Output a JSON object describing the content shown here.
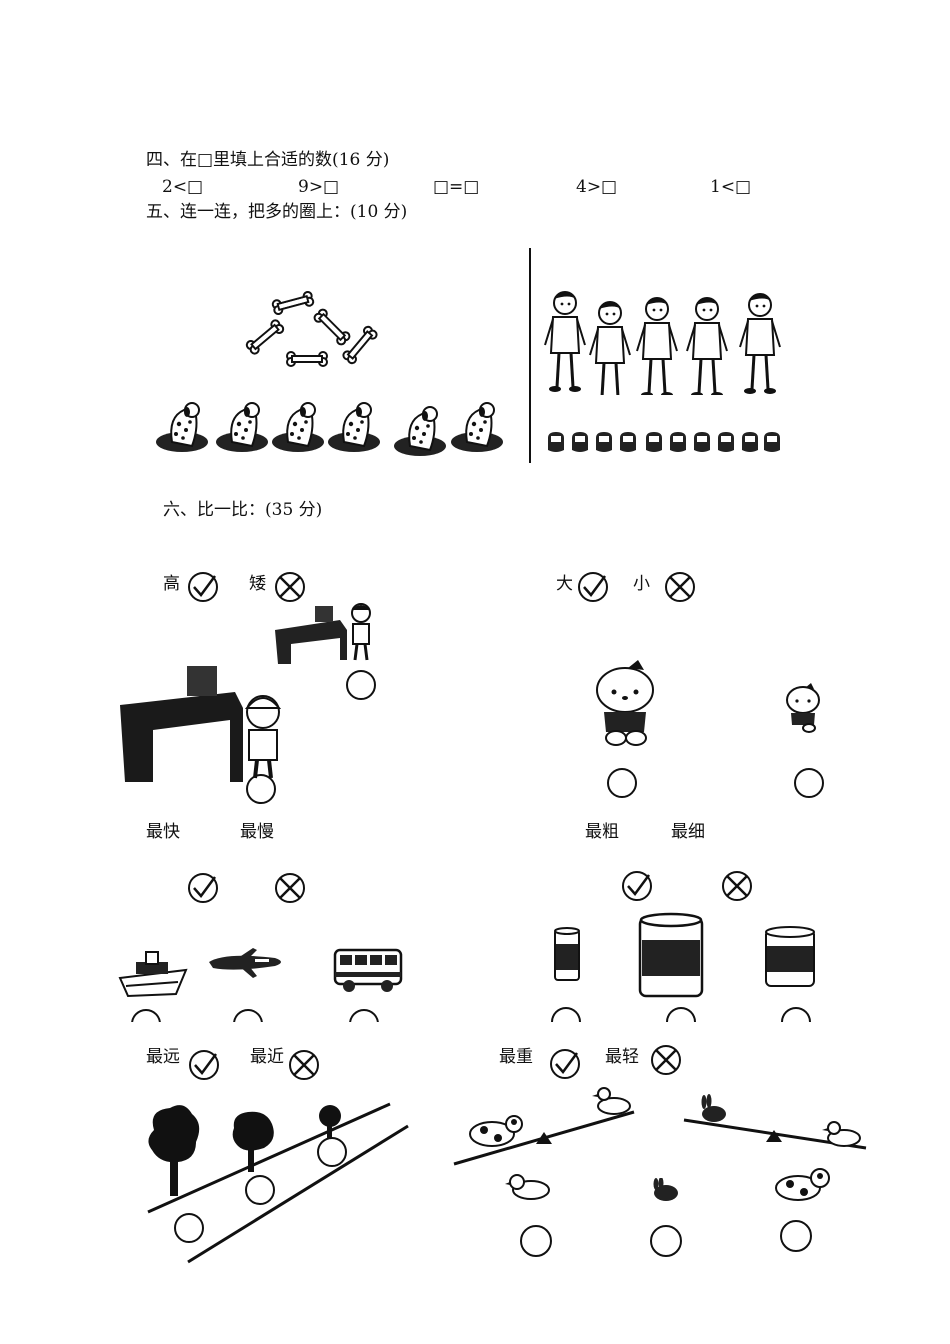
{
  "section4": {
    "heading": "四、在□里填上合适的数(16 分)",
    "items": [
      "2<□",
      "9>□",
      "□=□",
      "4>□",
      "1<□"
    ]
  },
  "section5": {
    "heading": "五、连一连，把多的圈上：(10 分)",
    "pictures": [
      "bone-icon",
      "dog-icon",
      "child-icon",
      "shoe-icon"
    ]
  },
  "section6": {
    "heading": "六、比一比：(35 分)",
    "tall_short": {
      "tall": "高",
      "short": "矮"
    },
    "big_small": {
      "big": "大",
      "small": "小"
    },
    "fast_slow": {
      "fastest": "最快",
      "slowest": "最慢"
    },
    "thick_thin": {
      "thickest": "最粗",
      "thinnest": "最细"
    },
    "far_near": {
      "farthest": "最远",
      "nearest": "最近"
    },
    "heavy_light": {
      "heaviest": "最重",
      "lightest": "最轻"
    }
  },
  "icons": {
    "check": "check-circle-icon",
    "cross": "cross-circle-icon",
    "answer": "answer-circle"
  }
}
